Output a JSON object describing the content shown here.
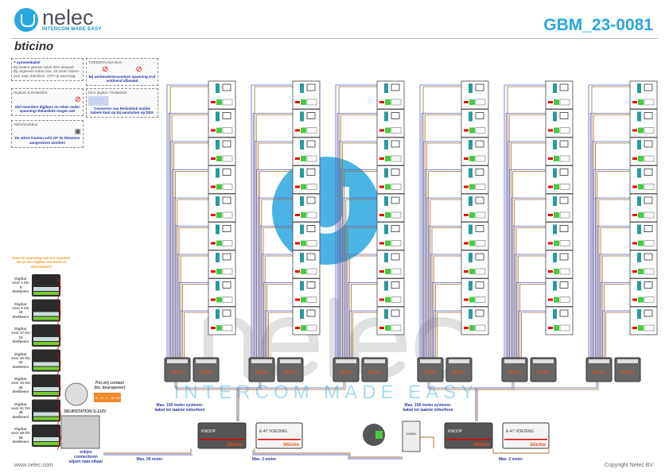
{
  "header": {
    "brand": "nelec",
    "tagline": "INTERCOM MADE EASY",
    "partner": "bticino",
    "doc_id": "GBM_23-0081"
  },
  "legend": {
    "cable": {
      "title": "= systeemkabel",
      "lines": [
        "Bij andere geteste kabel 50% afstand!",
        "Bij ongeteste kabel max. 50 meter buiten-post naar videofoon. UTP op aanvraag."
      ]
    },
    "bus": {
      "title": "TWEEDRAADS BUS",
      "note": "Bij werkende/stroomloze spanning eruf voldoend afbouwd"
    },
    "digitizers": {
      "title": "Digibars & Relaisblok",
      "note": "Stel meerdere digibars en relais onder spanning! Relaisblok mogen wel"
    },
    "dds": {
      "title": "DDS digibar / Relaisblok",
      "note": "Connector van Relaisblok mobile kabels kant op bij aansluiten op DDS"
    },
    "videophone": {
      "title": "Videofoon/deur",
      "note": "De adres moeten echt OP de klemmen aangesloten worden!"
    }
  },
  "digitizer": {
    "note": "Haal de spanning van het systeem als je een digibar monteert of demonteert!",
    "labels": [
      "Digibar voor 1 t/m 8 deelbeers",
      "Digibar voor 9 t/m 16 deelbeers",
      "Digibar voor 17 t/m 24 deelbeers",
      "Digibar voor 25 t/m 32 deelbeers",
      "Digibar voor 33 t/m 40 deelbeers",
      "Digibar voor 41 t/m 48 deelbeers",
      "Digibar voor 49 t/m 56 deelbeers"
    ],
    "bottom_note": "enkjes connectoren wijzen naar elkaar",
    "psu_label": "DEURSTATION S-110V",
    "contact_label": "Pot.vrij contact (bv. deuropener)",
    "contact_terms": [
      "S-",
      "S+",
      "C",
      "NC",
      "NO"
    ]
  },
  "risers": {
    "columns": 6,
    "stations_per_column": 9,
    "distributor_label": "346841",
    "distributor_brand": "bticino"
  },
  "equipment": [
    {
      "name": "KNOOP",
      "brand": "bticino",
      "label": "Max. 100 meter systeem-kabel tot laatste videofoon"
    },
    {
      "name": "E-47 VOEDING",
      "brand": "bticino"
    },
    {
      "name": "KNOOP",
      "brand": "bticino",
      "label": "Max. 100 meter systeem-kabel tot laatste videofoon"
    },
    {
      "name": "E-47 VOEDING",
      "brand": "bticino"
    }
  ],
  "interface": {
    "code": "346851"
  },
  "distances": {
    "left": "Max. 50 meter",
    "psu1": "Max. 2 meter",
    "psu2": "Max. 2 meter"
  },
  "footer": {
    "url": "www.nelec.com",
    "copyright": "Copyright Nelec BV"
  },
  "watermark": {
    "brand": "nelec",
    "tagline": "INTERCOM MADE EASY"
  },
  "colors": {
    "accent": "#2aa7e0",
    "cable_brown": "#a0703a",
    "cable_blue": "#5a66c8",
    "bticino_orange": "#e2501c"
  }
}
